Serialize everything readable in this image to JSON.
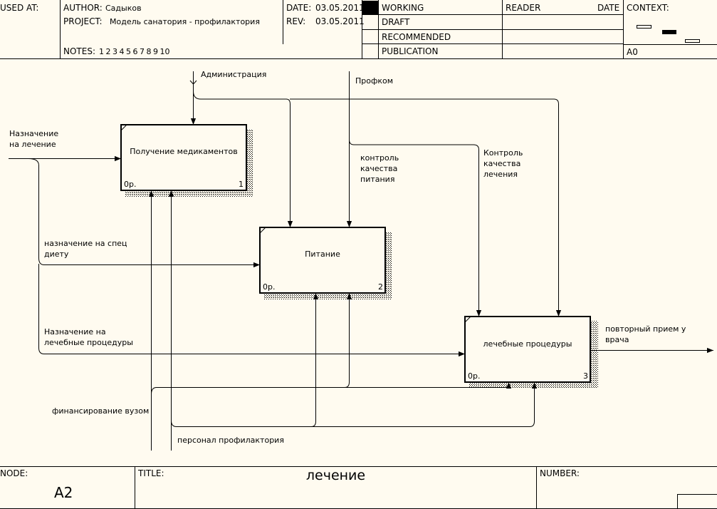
{
  "header": {
    "used_at_label": "USED AT:",
    "author_label": "AUTHOR:",
    "author_value": "Садыков",
    "project_label": "PROJECT:",
    "project_value": "Модель санатория - профилактория",
    "notes_label": "NOTES:",
    "notes_value": "1  2  3  4  5  6  7  8  9  10",
    "date_label": "DATE:",
    "date_value": "03.05.2011",
    "rev_label": "REV:",
    "rev_value": "03.05.2011",
    "status": [
      "WORKING",
      "DRAFT",
      "RECOMMENDED",
      "PUBLICATION"
    ],
    "reader_label": "READER",
    "reader_date_label": "DATE",
    "context_label": "CONTEXT:",
    "context_node": "A0"
  },
  "footer": {
    "node_label": "NODE:",
    "node_value": "A2",
    "title_label": "TITLE:",
    "title_value": "лечение",
    "number_label": "NUMBER:"
  },
  "diagram": {
    "boxes": [
      {
        "name": "Получение медикаментов",
        "cost": "0р.",
        "number": "1"
      },
      {
        "name": "Питание",
        "cost": "0р.",
        "number": "2"
      },
      {
        "name": "лечебные процедуры",
        "cost": "0р.",
        "number": "3"
      }
    ],
    "arrows": {
      "administration": "Администрация",
      "profcom": "Профком",
      "referral_line1": "Назначение",
      "referral_line2": "на лечение",
      "nutrition_control_line1": "контроль",
      "nutrition_control_line2": "качества",
      "nutrition_control_line3": "питания",
      "treatment_control_line1": "Контроль",
      "treatment_control_line2": "качества",
      "treatment_control_line3": "лечения",
      "diet_referral_line1": "назначение на спец",
      "diet_referral_line2": "диету",
      "procedures_referral_line1": "Назначение на",
      "procedures_referral_line2": "лечебные процедуры",
      "followup_line1": "повторный прием у",
      "followup_line2": "врача",
      "university_funding": "финансирование вузом",
      "staff": "персонал профилактория"
    }
  }
}
